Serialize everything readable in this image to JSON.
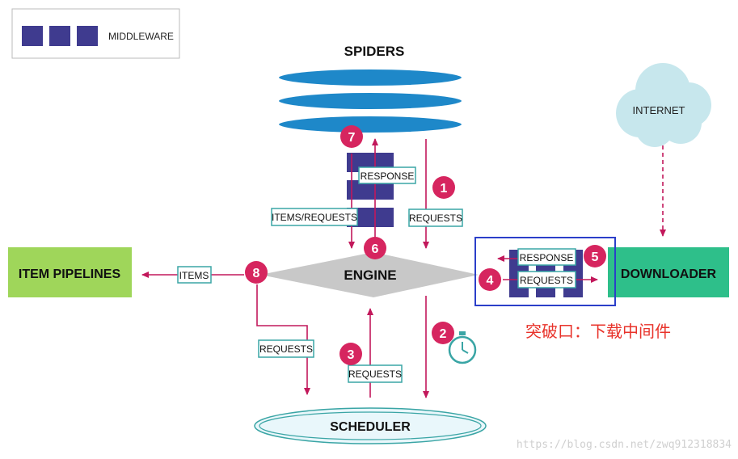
{
  "legend": {
    "label": "MIDDLEWARE"
  },
  "components": {
    "spiders": "SPIDERS",
    "internet": "INTERNET",
    "item_pipelines": "ITEM PIPELINES",
    "engine": "ENGINE",
    "downloader": "DOWNLOADER",
    "scheduler": "SCHEDULER"
  },
  "flow_labels": {
    "response_spider": "RESPONSE",
    "items_requests": "ITEMS/REQUESTS",
    "requests_spider": "REQUESTS",
    "items": "ITEMS",
    "response_downloader": "RESPONSE",
    "requests_downloader": "REQUESTS",
    "requests_sched_left": "REQUESTS",
    "requests_sched_mid": "REQUESTS"
  },
  "steps": [
    "1",
    "2",
    "3",
    "4",
    "5",
    "6",
    "7",
    "8"
  ],
  "annotation": "突破口：下载中间件",
  "watermark": "https://blog.csdn.net/zwq912318834",
  "colors": {
    "middleware": "#3f3b8f",
    "step_badge": "#d6255f",
    "arrow": "#c2185b",
    "spider_disk": "#1e88c9",
    "pipeline": "#9fd65a",
    "downloader": "#2ebf8a",
    "engine": "#c8c8c8",
    "internet": "#c7e7ed",
    "highlight": "#2b3fc9",
    "annotation": "#e8332b",
    "timer": "#3aa5a5"
  }
}
